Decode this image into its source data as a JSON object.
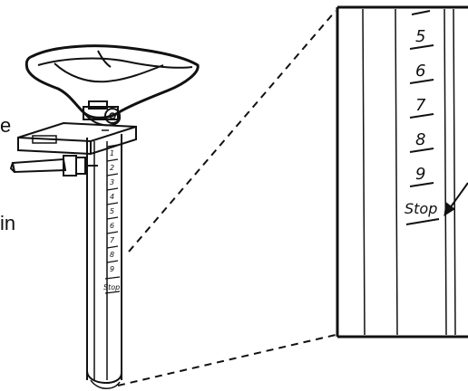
{
  "left_edge_text": {
    "line1": "e",
    "line2": "in"
  },
  "post_scale": {
    "marks": [
      "1",
      "2",
      "3",
      "4",
      "5",
      "6",
      "7",
      "8",
      "9"
    ],
    "stop_label": "Stop"
  },
  "zoom_scale": {
    "marks": [
      "5",
      "6",
      "7",
      "8",
      "9"
    ],
    "stop_label": "Stop"
  },
  "ink_color": "#111111"
}
